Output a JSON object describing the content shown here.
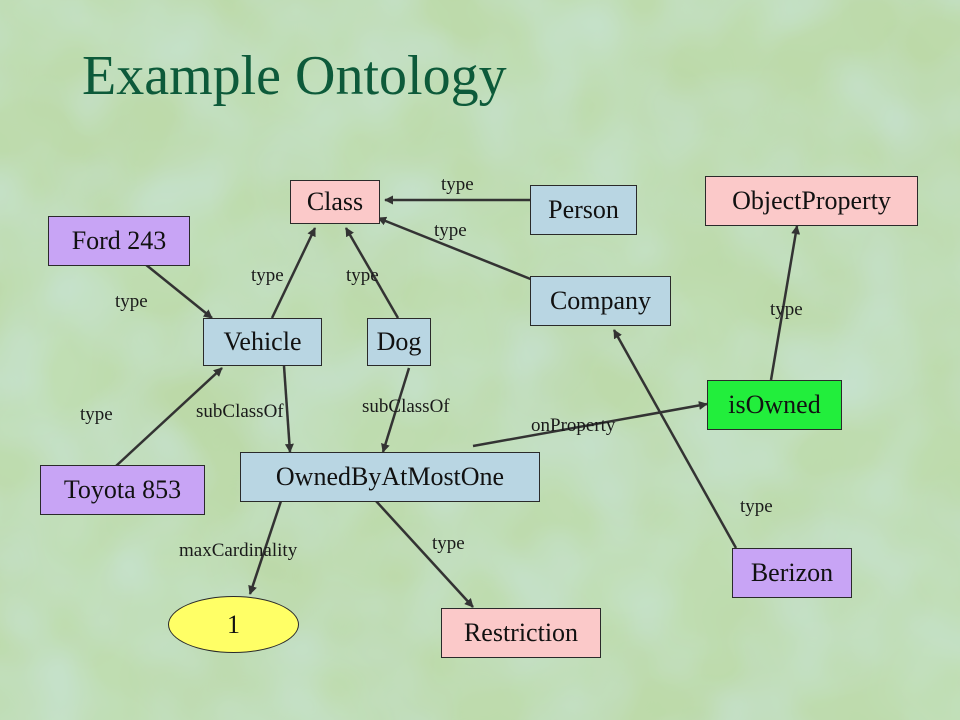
{
  "title": "Example Ontology",
  "colors": {
    "background": "#b9d7a6",
    "title": "#0d5a3a",
    "class_node": "#fbc9c9",
    "concept_node": "#b9d6e3",
    "instance_node": "#c8a4f5",
    "property_node": "#22ee3c",
    "literal_node": "#ffff66",
    "arrow": "#333333"
  },
  "nodes": {
    "class": "Class",
    "person": "Person",
    "object_property": "ObjectProperty",
    "ford": "Ford 243",
    "company": "Company",
    "vehicle": "Vehicle",
    "dog": "Dog",
    "is_owned": "isOwned",
    "owned_by": "OwnedByAtMostOne",
    "toyota": "Toyota 853",
    "berizon": "Berizon",
    "one": "1",
    "restriction": "Restriction"
  },
  "edges": [
    {
      "from": "person",
      "to": "class",
      "label": "type"
    },
    {
      "from": "company",
      "to": "class",
      "label": "type"
    },
    {
      "from": "vehicle",
      "to": "class",
      "label": "type"
    },
    {
      "from": "dog",
      "to": "class",
      "label": "type"
    },
    {
      "from": "ford",
      "to": "vehicle",
      "label": "type"
    },
    {
      "from": "is_owned",
      "to": "object_property",
      "label": "type"
    },
    {
      "from": "toyota",
      "to": "vehicle",
      "label": "type"
    },
    {
      "from": "vehicle",
      "to": "owned_by",
      "label": "subClassOf"
    },
    {
      "from": "dog",
      "to": "owned_by",
      "label": "subClassOf"
    },
    {
      "from": "owned_by",
      "to": "is_owned",
      "label": "onProperty"
    },
    {
      "from": "berizon",
      "to": "company",
      "label": "type"
    },
    {
      "from": "owned_by",
      "to": "one",
      "label": "maxCardinality"
    },
    {
      "from": "owned_by",
      "to": "restriction",
      "label": "type"
    }
  ]
}
